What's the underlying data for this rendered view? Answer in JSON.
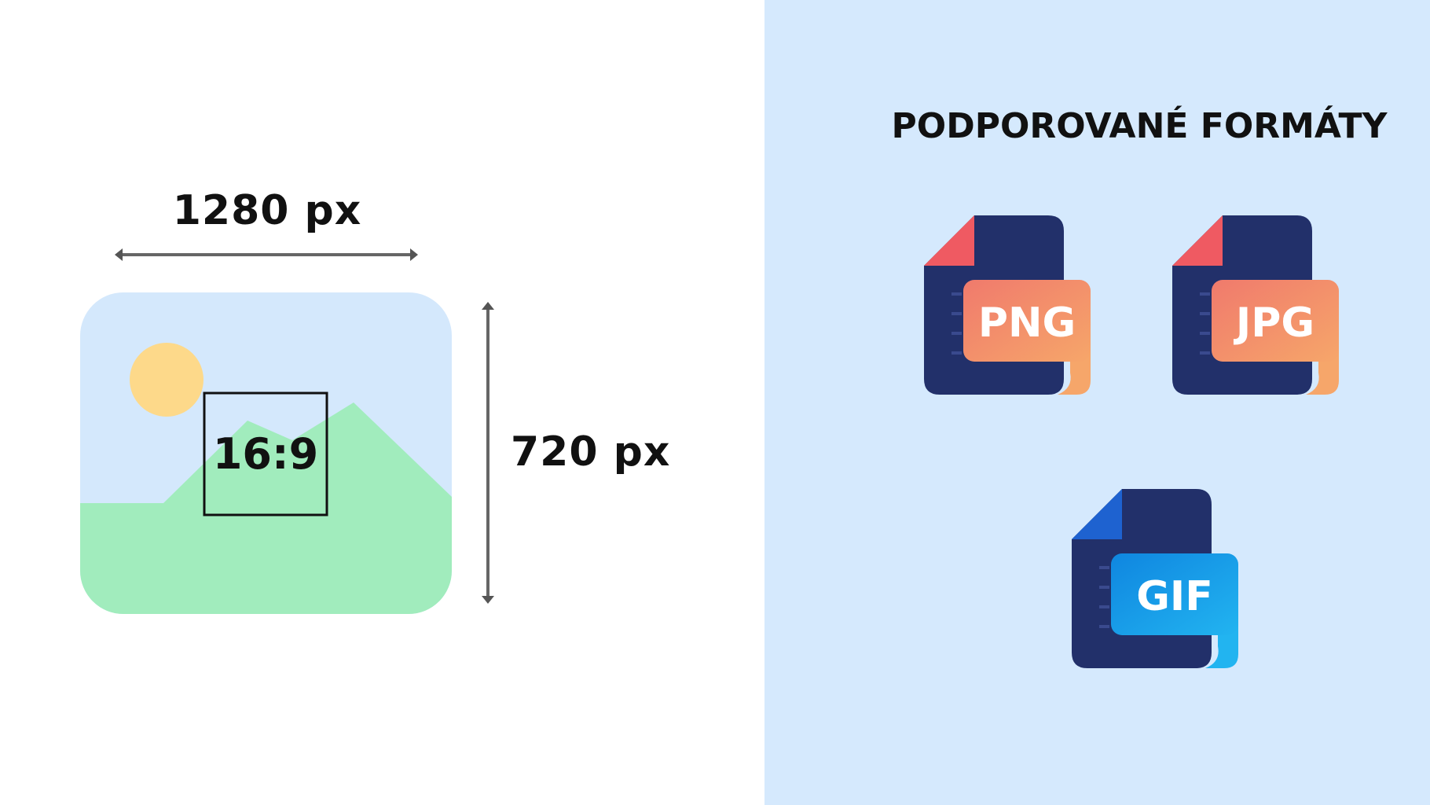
{
  "dimensions": {
    "width_label": "1280 px",
    "height_label": "720 px",
    "ratio_label": "16:9"
  },
  "formats": {
    "title": "PODPOROVANÉ FORMÁTY",
    "items": [
      {
        "label": "PNG",
        "icon": "png-file-icon"
      },
      {
        "label": "JPG",
        "icon": "jpg-file-icon"
      },
      {
        "label": "GIF",
        "icon": "gif-file-icon"
      }
    ]
  },
  "colors": {
    "right_background": "#d5e9fd",
    "image_sky": "#d4e8fc",
    "image_mountain": "#a1ecbd",
    "image_sun": "#fdd98a",
    "file_body": "#22306a",
    "png_jpg_accent": "#f08a6a",
    "gif_accent": "#1aa0e8"
  }
}
